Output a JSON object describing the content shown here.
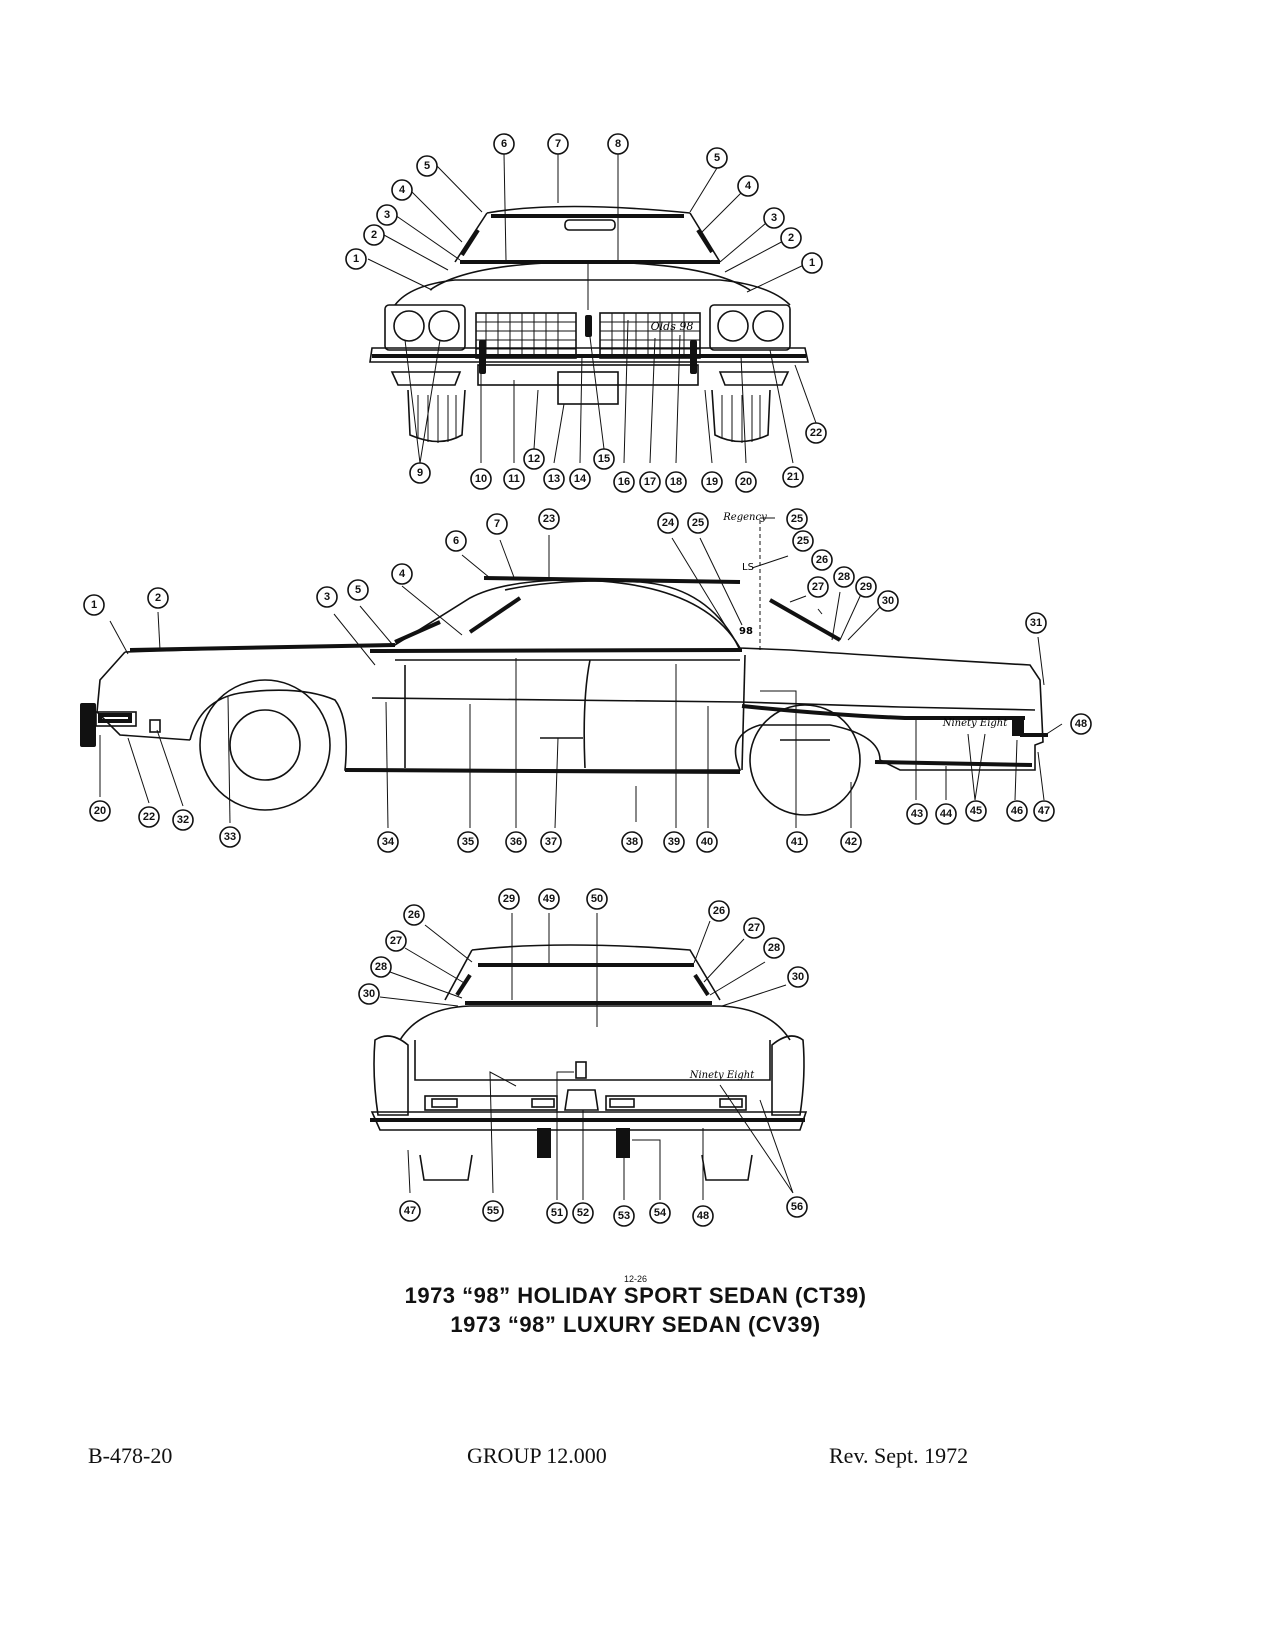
{
  "page": {
    "page_marker": "12-26",
    "title_line1": "1973 “98” HOLIDAY SPORT SEDAN (CT39)",
    "title_line2": "1973 “98” LUXURY SEDAN (CV39)",
    "footer_left": "B-478-20",
    "footer_center": "GROUP 12.000",
    "footer_right": "Rev. Sept. 1972"
  },
  "views": {
    "front": {
      "callouts": [
        "1",
        "2",
        "3",
        "4",
        "5",
        "6",
        "7",
        "8",
        "5",
        "4",
        "3",
        "2",
        "1",
        "9",
        "10",
        "11",
        "12",
        "13",
        "14",
        "15",
        "16",
        "17",
        "18",
        "19",
        "20",
        "21",
        "22"
      ],
      "grille_script": "Olds 98"
    },
    "side": {
      "callouts": [
        "1",
        "2",
        "3",
        "4",
        "5",
        "6",
        "7",
        "23",
        "24",
        "25",
        "25",
        "25",
        "26",
        "27",
        "28",
        "29",
        "30",
        "31",
        "48",
        "20",
        "22",
        "32",
        "33",
        "34",
        "35",
        "36",
        "37",
        "38",
        "39",
        "40",
        "41",
        "42",
        "43",
        "44",
        "45",
        "46",
        "47"
      ],
      "script_regency": "Regency",
      "script_ls": "LS",
      "script_98": "98",
      "script_ninety_eight": "Ninety Eight"
    },
    "rear": {
      "callouts": [
        "26",
        "27",
        "28",
        "30",
        "29",
        "49",
        "50",
        "26",
        "27",
        "28",
        "30",
        "47",
        "55",
        "51",
        "52",
        "53",
        "54",
        "48",
        "56"
      ],
      "script_ninety_eight": "Ninety Eight"
    }
  },
  "colors": {
    "ink": "#111111",
    "paper": "#ffffff"
  }
}
